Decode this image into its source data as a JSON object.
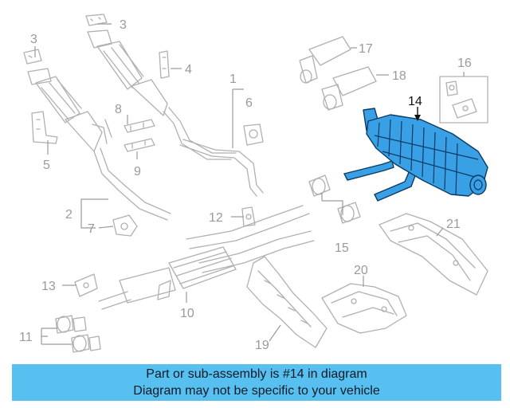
{
  "callouts": [
    "1",
    "2",
    "3",
    "3",
    "4",
    "5",
    "6",
    "7",
    "8",
    "9",
    "10",
    "11",
    "12",
    "13",
    "14",
    "15",
    "16",
    "17",
    "18",
    "19",
    "20",
    "21"
  ],
  "highlight_part": "14",
  "banner": {
    "line1": "Part or sub-assembly is #14 in diagram",
    "line2": "Diagram may not be specific to your vehicle"
  },
  "colors": {
    "highlight_fill": "#3aa0e6",
    "highlight_outline": "#0b3a63",
    "banner_bg": "#57c0f0",
    "part_line": "#b0b0b0"
  }
}
